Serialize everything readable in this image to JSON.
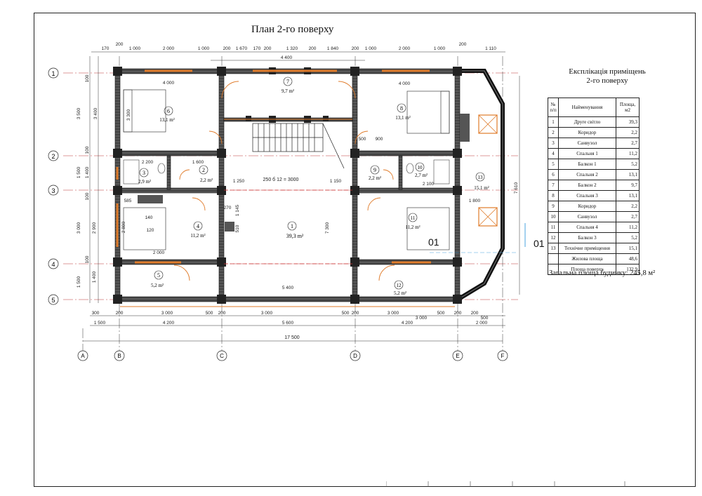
{
  "title": "План 2-го поверху",
  "explication": {
    "title_line1": "Експлікація приміщень",
    "title_line2": "2-го поверху",
    "headers": [
      "№ п/п",
      "Найменування",
      "Площа, м2"
    ],
    "rows": [
      [
        "1",
        "Друге світло",
        "39,3"
      ],
      [
        "2",
        "Коридор",
        "2,2"
      ],
      [
        "3",
        "Санвузол",
        "2,7"
      ],
      [
        "4",
        "Спальня 1",
        "11,2"
      ],
      [
        "5",
        "Балкон 1",
        "5,2"
      ],
      [
        "6",
        "Спальня 2",
        "13,1"
      ],
      [
        "7",
        "Балкон 2",
        "9,7"
      ],
      [
        "8",
        "Спальня 3",
        "13,1"
      ],
      [
        "9",
        "Коридор",
        "2,2"
      ],
      [
        "10",
        "Санвузол",
        "2,7"
      ],
      [
        "11",
        "Спальня 4",
        "11,2"
      ],
      [
        "12",
        "Балкон 3",
        "5,2"
      ],
      [
        "13",
        "Технічне приміщення",
        "15,1"
      ],
      [
        "",
        "Жилова площа",
        "48,6"
      ],
      [
        "",
        "Площа поверху",
        "132,9"
      ]
    ]
  },
  "total_area": "Загальна площа будинку: 245,8 м²",
  "axes": {
    "rows": [
      "1",
      "2",
      "3",
      "4",
      "5"
    ],
    "cols": [
      "A",
      "B",
      "C",
      "D",
      "E",
      "F"
    ]
  },
  "rooms": [
    {
      "num": "1",
      "area": "39,3 m²"
    },
    {
      "num": "2",
      "area": "2,2 m²"
    },
    {
      "num": "3",
      "area": "2,9 m²"
    },
    {
      "num": "4",
      "area": "11,2 m²"
    },
    {
      "num": "5",
      "area": "5,2 m²"
    },
    {
      "num": "6",
      "area": "13,1 m²"
    },
    {
      "num": "7",
      "area": "9,7 m²"
    },
    {
      "num": "8",
      "area": "13,1 m²"
    },
    {
      "num": "9",
      "area": "2,2 m²"
    },
    {
      "num": "10",
      "area": "2,7 m²"
    },
    {
      "num": "11",
      "area": "11,2 m²"
    },
    {
      "num": "12",
      "area": "5,2 m²"
    },
    {
      "num": "13",
      "area": "15,1 m²"
    }
  ],
  "dimensions": {
    "top_row1": [
      "170",
      "200",
      "1 000",
      "2 000",
      "1 000",
      "200",
      "1 670",
      "170",
      "200",
      "1 320",
      "200",
      "1 840",
      "200",
      "1 000",
      "2 000",
      "1 000",
      "200",
      "1 110"
    ],
    "top_row2": [
      "4 400"
    ],
    "bottom_row1": [
      "300",
      "200",
      "3 000",
      "500",
      "200",
      "3 000",
      "500",
      "200",
      "3 000",
      "500",
      "200",
      "3 000",
      "200",
      "500"
    ],
    "bottom_row2": [
      "1 500",
      "4 200",
      "5 600",
      "4 200",
      "2 000"
    ],
    "bottom_total": "17 500",
    "left_col": [
      "100",
      "3 500",
      "3 400",
      "100",
      "1 500",
      "1 400",
      "100",
      "3 000",
      "2 900",
      "100",
      "1 500",
      "1 400"
    ],
    "right_total": "7 610",
    "stair_note": "250 б 12 = 3000",
    "room_dims": [
      "4 000",
      "3 300",
      "2 200",
      "1 600",
      "1 250",
      "1 150",
      "5 400",
      "7 300",
      "4 000",
      "2 000",
      "900",
      "500",
      "2 100",
      "1 800",
      "2 800",
      "1 145",
      "510",
      "270",
      "585",
      "140",
      "120"
    ]
  },
  "marks": {
    "section_mark": "01"
  }
}
